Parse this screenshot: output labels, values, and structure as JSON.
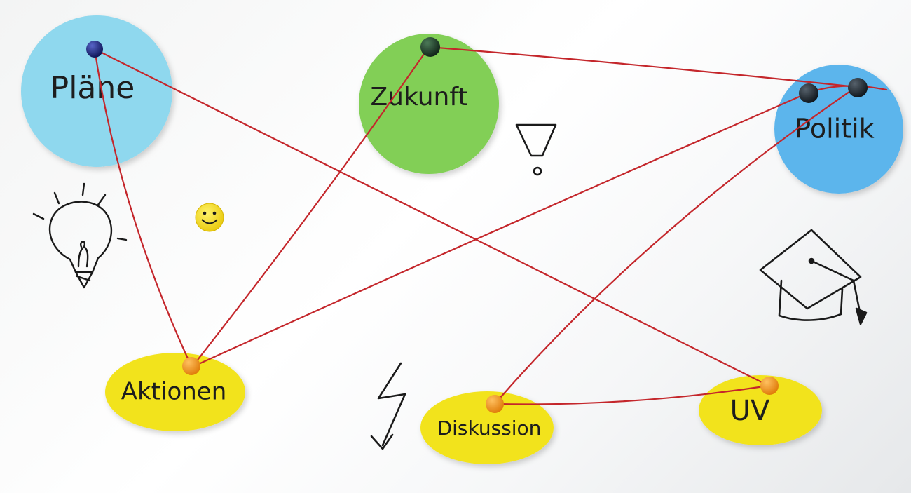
{
  "cards": {
    "plaene": "Pläne",
    "zukunft": "Zukunft",
    "politik": "Politik",
    "aktionen": "Aktionen",
    "diskussion": "Diskussion",
    "uv": "UV"
  },
  "colors": {
    "board": "#ffffff",
    "string": "#c4262b",
    "light_blue_card": "#8fd8ee",
    "green_card": "#82cf56",
    "blue_card": "#5cb5ec",
    "yellow_card": "#f2e31c",
    "navy_pin": "#1a237e",
    "dark_green_pin": "#1f3d27",
    "dark_pin": "#1f2a33",
    "orange_pin": "#f39a1e",
    "smiley": "#f7e21b",
    "ink": "#1a1a1a"
  },
  "icons": {
    "lightbulb": "lightbulb-icon",
    "smiley": "smiley-icon",
    "exclamation": "exclamation-icon",
    "lightning": "lightning-icon",
    "graduation_cap": "graduation-cap-icon"
  }
}
